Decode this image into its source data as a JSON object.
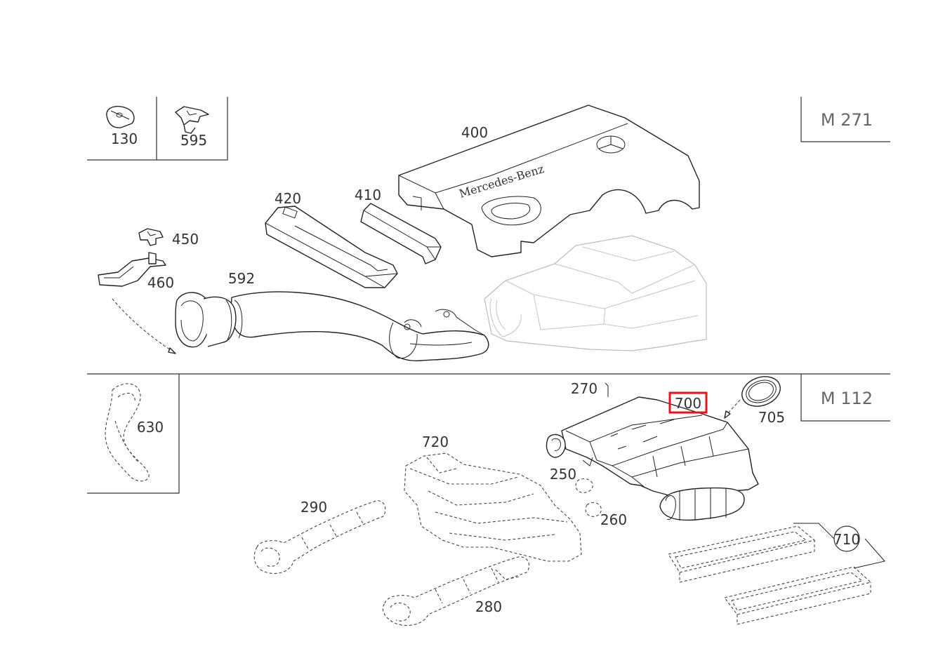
{
  "engines": {
    "m271": "M 271",
    "m112": "M 112"
  },
  "callouts": {
    "p130": "130",
    "p595": "595",
    "p400": "400",
    "p420": "420",
    "p410": "410",
    "p450": "450",
    "p460": "460",
    "p592": "592",
    "p630": "630",
    "p270": "270",
    "p700": "700",
    "p705": "705",
    "p720": "720",
    "p250": "250",
    "p260": "260",
    "p290": "290",
    "p280": "280",
    "p710": "710"
  },
  "cover_brand": "Mercedes-Benz",
  "highlight": {
    "part": "700",
    "color": "#e8141b"
  },
  "colors": {
    "line": "#333333",
    "ghost": "#bbbbbb",
    "highlight": "#e8141b"
  }
}
